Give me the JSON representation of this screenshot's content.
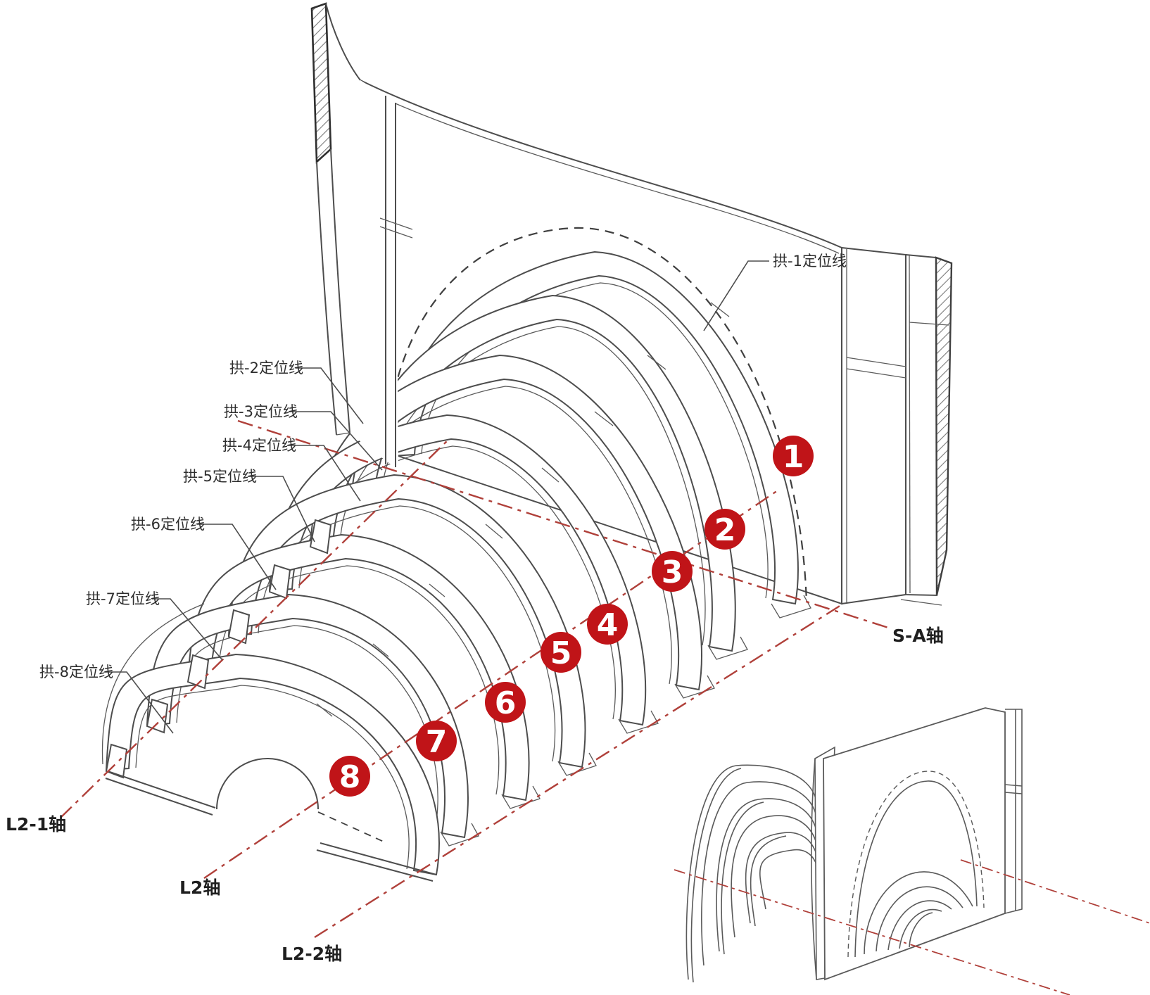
{
  "figure": {
    "description_visible_text_only": true,
    "colors": {
      "background": "#ffffff",
      "drawing_line": "#4d4d4d",
      "axis_red": "#b0403a",
      "badge_red": "#c01418",
      "badge_text": "#ffffff",
      "label_text": "#2e2e2e"
    }
  },
  "arch_position_labels": [
    "拱-1定位线",
    "拱-2定位线",
    "拱-3定位线",
    "拱-4定位线",
    "拱-5定位线",
    "拱-6定位线",
    "拱-7定位线",
    "拱-8定位线"
  ],
  "axis_labels": {
    "l2_1": "L2-1轴",
    "l2": "L2轴",
    "l2_2": "L2-2轴",
    "s_a": "S-A轴"
  },
  "arch_numbers": [
    "1",
    "2",
    "3",
    "4",
    "5",
    "6",
    "7",
    "8"
  ]
}
